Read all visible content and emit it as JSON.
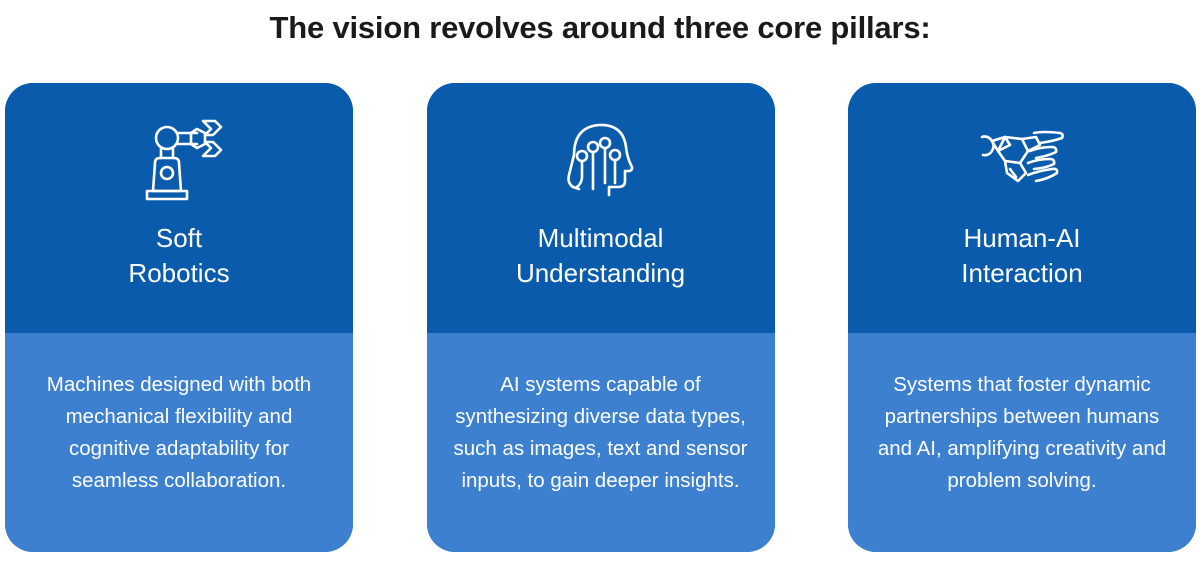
{
  "title": "The vision revolves around three core pillars:",
  "colors": {
    "card_top": "#0b5bad",
    "card_bottom": "#3d80d0",
    "title_text": "#1a1a1a",
    "card_text": "#ffffff",
    "background": "#ffffff"
  },
  "cards": [
    {
      "icon": "robot-arm-icon",
      "heading": "Soft\nRobotics",
      "body": "Machines designed with both mechanical flexibility and cognitive adaptability for seamless collaboration."
    },
    {
      "icon": "ai-head-circuit-icon",
      "heading": "Multimodal\nUnderstanding",
      "body": "AI systems capable of synthesizing diverse data types, such as images, text and sensor inputs, to gain deeper insights."
    },
    {
      "icon": "robot-human-handshake-icon",
      "heading": "Human-AI\nInteraction",
      "body": "Systems that foster dynamic partnerships between humans and AI, amplifying creativity and problem solving."
    }
  ]
}
